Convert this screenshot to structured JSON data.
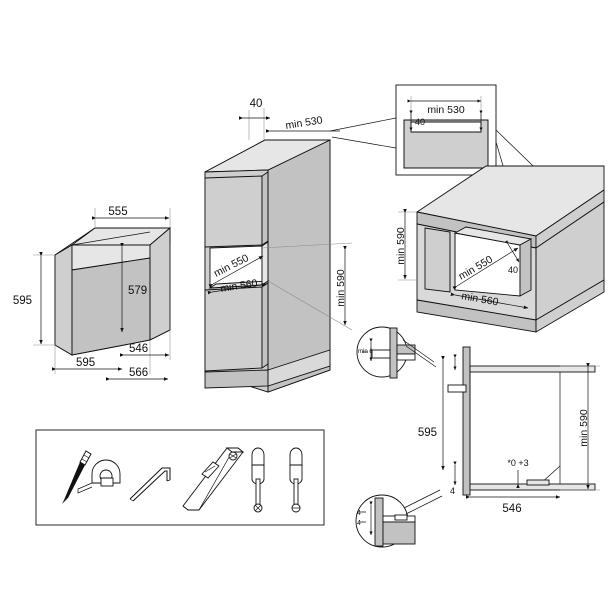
{
  "document": {
    "type": "installation-dimension-drawing",
    "subject": "Built-in oven installation dimensions",
    "units": "mm",
    "background_color": "#ffffff",
    "line_color": "#111111",
    "panel_fill_light": "#d9d9d9",
    "panel_fill_mid": "#cfcfcf",
    "panel_fill_dark": "#c2c2c2"
  },
  "views": {
    "appliance": {
      "name": "Oven appliance dimensions",
      "dims": {
        "depth_top": "555",
        "height_left": "595",
        "height_right": "579",
        "width_front": "595",
        "width_inner": "546",
        "width_outer": "566"
      }
    },
    "tall_cabinet": {
      "name": "Tall housing unit niche",
      "dims": {
        "front_gap": "40",
        "depth_min": "min 530",
        "niche_depth_min": "min 550",
        "niche_width_min": "min 560",
        "niche_height_min": "min 590"
      }
    },
    "detail_callout": {
      "name": "Worktop cut-out detail",
      "dims": {
        "width_min": "min 530",
        "front_offset": "40"
      }
    },
    "under_counter": {
      "name": "Under-counter housing unit niche",
      "dims": {
        "niche_height_min": "min 590",
        "niche_depth_min": "min 550",
        "front_gap": "40",
        "niche_width_min": "min 560"
      }
    },
    "section": {
      "name": "Side section with detail circles",
      "dims": {
        "top_gap_min": "min 6",
        "height": "595",
        "bottom_gap": "4",
        "detail_gap_top": "4",
        "detail_gap_bottom": "4",
        "tolerance_note": "*0 +3",
        "depth": "546",
        "niche_height_min": "min 590"
      }
    },
    "tools": {
      "name": "Required tools",
      "items": [
        {
          "label": "pencil",
          "icon": "pencil-icon"
        },
        {
          "label": "tape measure",
          "icon": "tape-measure-icon"
        },
        {
          "label": "hex key",
          "icon": "hex-key-icon"
        },
        {
          "label": "spirit level",
          "icon": "spirit-level-icon"
        },
        {
          "label": "phillips screwdriver",
          "icon": "phillips-screwdriver-icon"
        },
        {
          "label": "flathead screwdriver",
          "icon": "flathead-screwdriver-icon"
        }
      ]
    }
  }
}
